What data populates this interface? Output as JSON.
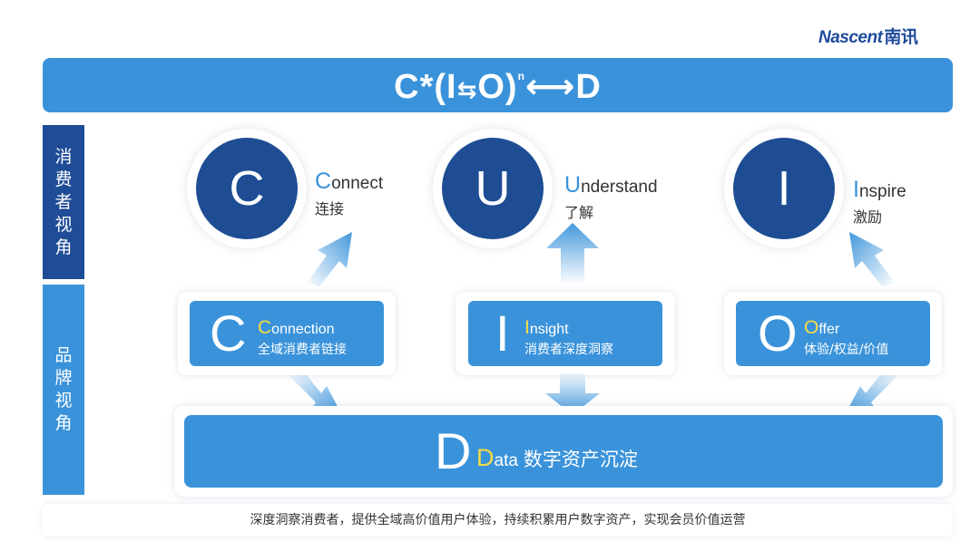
{
  "logo": {
    "en": "Nascent",
    "cn": "南讯"
  },
  "formula": {
    "left": "C*(I",
    "swap": "⇆",
    "right": "O)",
    "power": "n",
    "arrow": "⟷",
    "end": "D"
  },
  "side_labels": {
    "consumer": [
      "消",
      "费",
      "者",
      "视",
      "角"
    ],
    "brand": [
      "品",
      "牌",
      "视",
      "角"
    ]
  },
  "consumer": [
    {
      "letter": "C",
      "initial": "C",
      "rest": "onnect",
      "cn": "连接"
    },
    {
      "letter": "U",
      "initial": "U",
      "rest": "nderstand",
      "cn": "了解"
    },
    {
      "letter": "I",
      "initial": "I",
      "rest": "nspire",
      "cn": "激励"
    }
  ],
  "brand": [
    {
      "letter": "C",
      "initial": "C",
      "rest": "onnection",
      "cn": "全域消费者链接"
    },
    {
      "letter": "I",
      "initial": "I",
      "rest": "nsight",
      "cn": "消费者深度洞察"
    },
    {
      "letter": "O",
      "initial": "O",
      "rest": "ffer",
      "cn": "体验/权益/价值"
    }
  ],
  "data_bar": {
    "letter": "D",
    "initial": "D",
    "rest": "ata",
    "cn": "数字资产沉淀"
  },
  "footer": "深度洞察消费者，提供全域高价值用户体验，持续积累用户数字资产，实现会员价值运营",
  "colors": {
    "dark_blue": "#1e4d94",
    "blue": "#3a93da",
    "yellow": "#f4dc44"
  }
}
